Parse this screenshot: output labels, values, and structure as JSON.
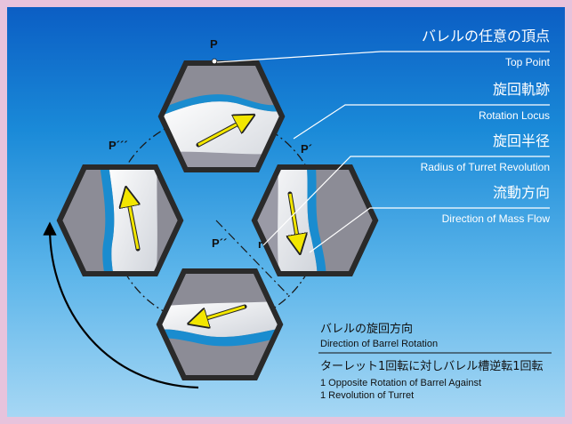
{
  "labels": {
    "top_point_jp": "バレルの任意の頂点",
    "top_point_en": "Top Point",
    "rotation_locus_jp": "旋回軌跡",
    "rotation_locus_en": "Rotation Locus",
    "radius_jp": "旋回半径",
    "radius_en": "Radius of Turret Revolution",
    "mass_flow_jp": "流動方向",
    "mass_flow_en": "Direction of Mass Flow"
  },
  "points": {
    "p": "P",
    "p1": "P´",
    "p2": "P´´",
    "p3": "P´´´",
    "r": "r"
  },
  "barrel_rotation": {
    "title_jp": "バレルの旋回方向",
    "title_en": "Direction of Barrel Rotation",
    "detail_jp": "ターレット1回転に対しバレル槽逆転1回転",
    "detail_en_1": "1 Opposite Rotation of Barrel Against",
    "detail_en_2": "1 Revolution of Turret"
  },
  "colors": {
    "panel_top": "#0b5ec4",
    "panel_bottom": "#a6d7f4",
    "hex_frame": "#2a2a2a",
    "hex_fill": "#8c8c96",
    "flow_band": "#1a8ccf",
    "arrow": "#f2e600",
    "border": "#e7c3dc"
  }
}
